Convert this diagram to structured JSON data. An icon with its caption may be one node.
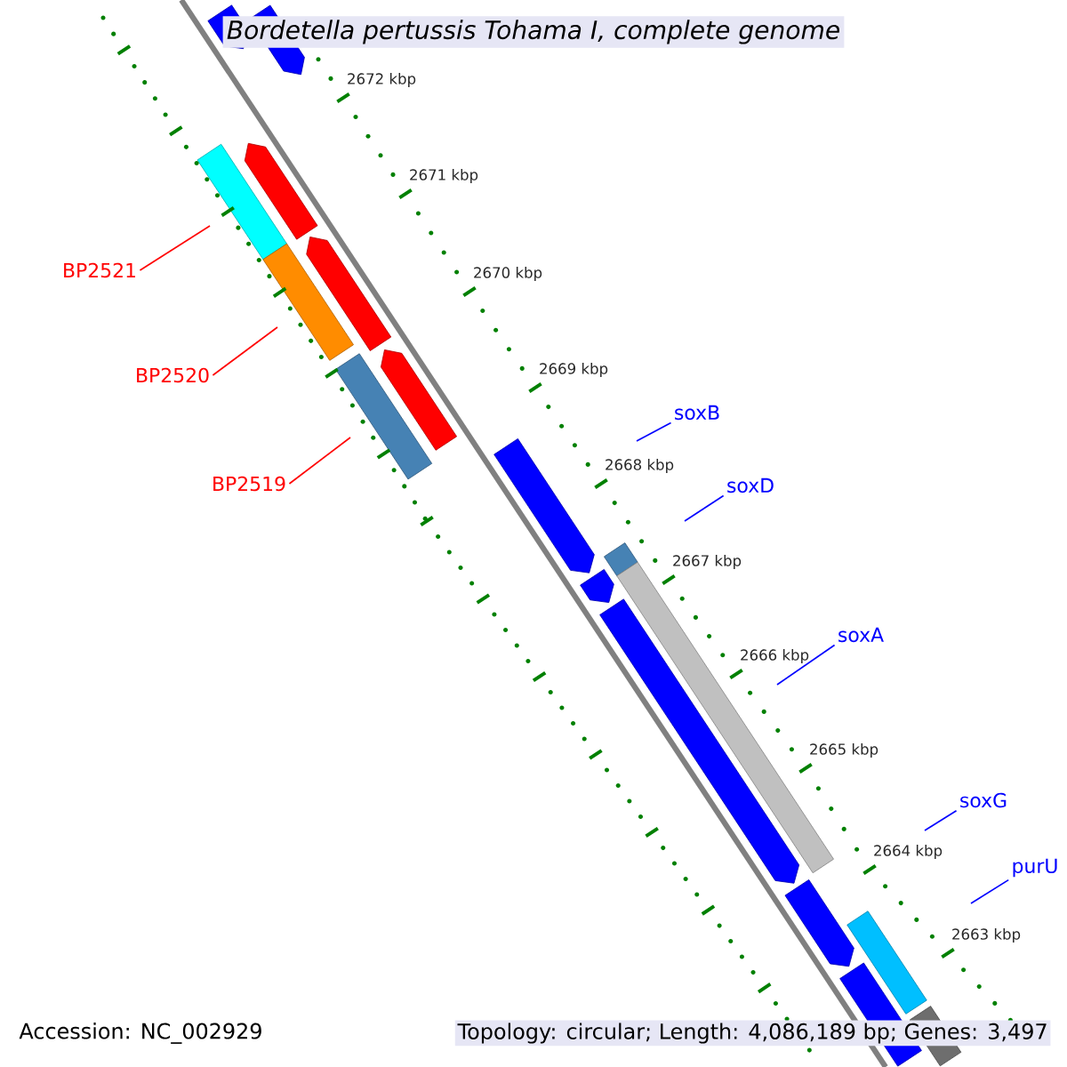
{
  "diagram": {
    "title": "Bordetella pertussis Tohama I, complete genome",
    "nodes": [
      {
        "text": [
          "BP2521"
        ]
      },
      {
        "text": [
          "BP2520"
        ]
      },
      {
        "text": [
          "BP2519"
        ]
      },
      {
        "text": [
          "soxB"
        ]
      },
      {
        "text": [
          "soxD"
        ]
      },
      {
        "text": [
          "soxA"
        ]
      },
      {
        "text": [
          "soxG"
        ]
      },
      {
        "text": [
          "purU"
        ]
      }
    ],
    "edges": [
      {
        "from": 0,
        "to": null,
        "arrow": "none",
        "color": "#ff0000"
      },
      {
        "from": 1,
        "to": null,
        "arrow": "none",
        "color": "#ff0000"
      },
      {
        "from": 2,
        "to": null,
        "arrow": "none",
        "color": "#ff0000"
      },
      {
        "from": 3,
        "to": null,
        "arrow": "none",
        "color": "#0000ff"
      },
      {
        "from": 4,
        "to": null,
        "arrow": "none",
        "color": "#0000ff"
      },
      {
        "from": 5,
        "to": null,
        "arrow": "none",
        "color": "#0000ff"
      },
      {
        "from": 6,
        "to": null,
        "arrow": "none",
        "color": "#0000ff"
      },
      {
        "from": 7,
        "to": null,
        "arrow": "none",
        "color": "#0000ff"
      }
    ],
    "labels": [
      "2672 kbp",
      "2671 kbp",
      "2670 kbp",
      "2669 kbp",
      "2668 kbp",
      "2667 kbp",
      "2666 kbp",
      "2665 kbp",
      "2664 kbp",
      "2663 kbp",
      "Accession: NC_002929",
      "Topology: circular; Length: 4,086,189 bp; Genes: 3,497"
    ]
  }
}
